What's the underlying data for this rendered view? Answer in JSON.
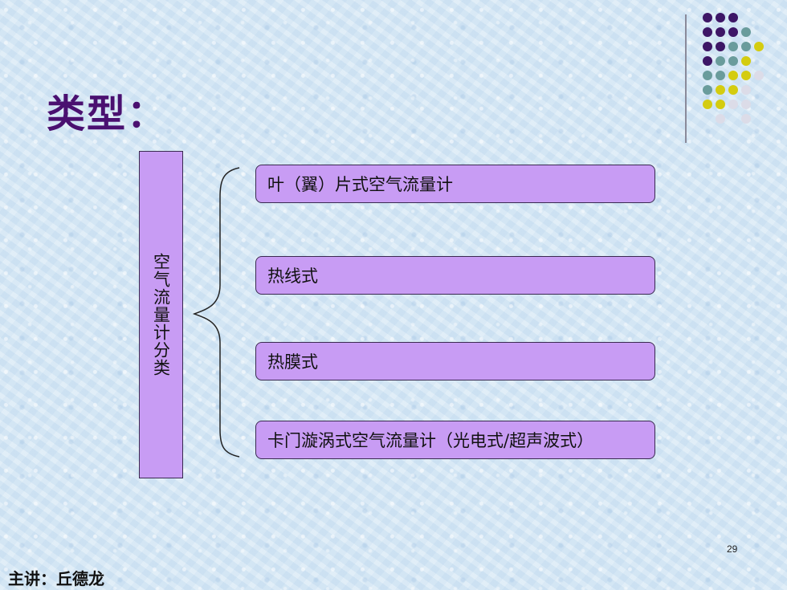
{
  "slide": {
    "title": "类型：",
    "category_label": "空气流量计分类",
    "items": [
      {
        "label": "叶（翼）片式空气流量计"
      },
      {
        "label": "热线式"
      },
      {
        "label": "热膜式"
      },
      {
        "label": "卡门漩涡式空气流量计（光电式/超声波式）"
      }
    ],
    "page_number": "29",
    "footer": "主讲：丘德龙"
  },
  "colors": {
    "title": "#4a1070",
    "box_fill": "#c89cf4",
    "dot_purple": "#3d1666",
    "dot_teal": "#6a9c9c",
    "dot_yellow": "#d4cc10",
    "dot_light": "#dcdce8"
  }
}
